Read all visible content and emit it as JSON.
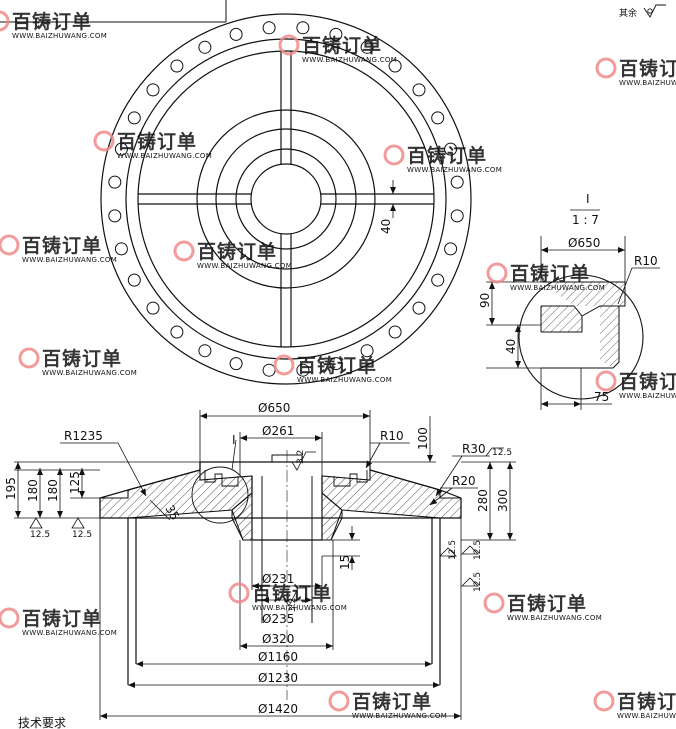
{
  "drawing": {
    "roughness_note": "其余",
    "tech_requirements": "技术要求",
    "detail_label": "I",
    "detail_scale": "1 : 7",
    "detail_callout": "I"
  },
  "plan_view": {
    "dims": [
      "40"
    ]
  },
  "detail_view": {
    "dims": [
      "Ø650",
      "R10",
      "90",
      "40",
      "75"
    ]
  },
  "section_view": {
    "dims_top": [
      "Ø650",
      "Ø261",
      "R1235",
      "R10",
      "100",
      "R30",
      "R20"
    ],
    "dims_left": [
      "195",
      "180",
      "180",
      "125"
    ],
    "dims_right": [
      "280",
      "300"
    ],
    "dims_mid": [
      "35",
      "15"
    ],
    "dims_bottom": [
      "Ø231",
      "Ø235",
      "Ø320",
      "Ø1160",
      "Ø1230",
      "Ø1420"
    ],
    "roughness": [
      "3.2",
      "3.2",
      "12.5",
      "12.5",
      "12.5",
      "12.5",
      "12.5",
      "12.5"
    ]
  },
  "watermark": {
    "cn": "百铸订单",
    "en": "WWW.BAIZHUWANG.COM"
  }
}
